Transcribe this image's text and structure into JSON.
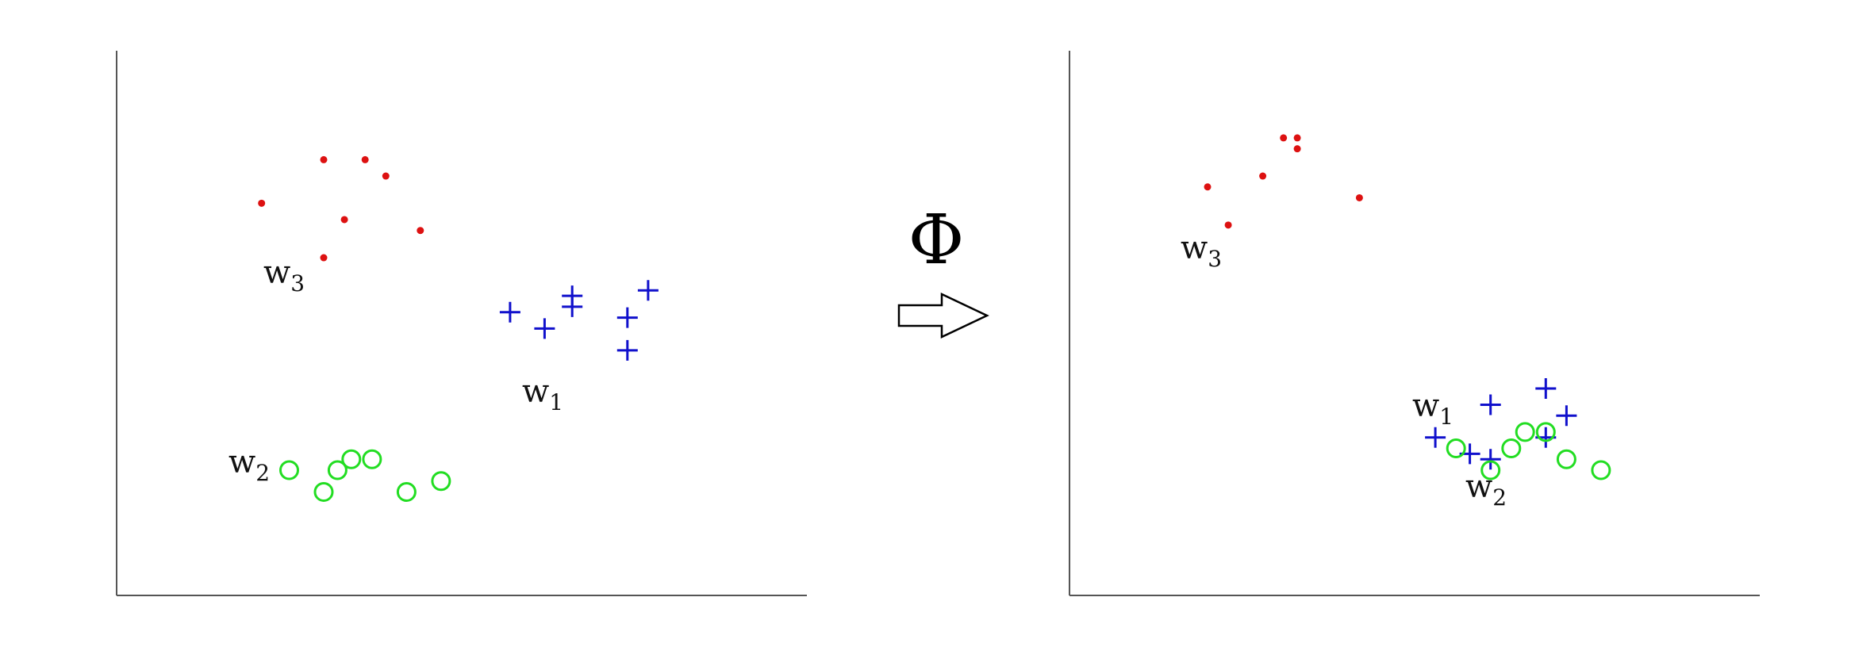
{
  "colors": {
    "class_w1": "#1010cc",
    "class_w2": "#22dd22",
    "class_w3": "#dd1111",
    "axis": "#555555",
    "text": "#111111"
  },
  "transform": {
    "symbol": "Φ",
    "arrow_icon": "right-arrow-icon"
  },
  "left_plot": {
    "labels": {
      "w1": "w",
      "w1_sub": "1",
      "w2": "w",
      "w2_sub": "2",
      "w3": "w",
      "w3_sub": "3"
    },
    "w3_dots": [
      [
        0.21,
        0.72
      ],
      [
        0.3,
        0.8
      ],
      [
        0.36,
        0.8
      ],
      [
        0.39,
        0.77
      ],
      [
        0.33,
        0.69
      ],
      [
        0.44,
        0.67
      ],
      [
        0.3,
        0.62
      ]
    ],
    "w1_plus": [
      [
        0.57,
        0.52
      ],
      [
        0.62,
        0.49
      ],
      [
        0.66,
        0.55
      ],
      [
        0.66,
        0.53
      ],
      [
        0.74,
        0.51
      ],
      [
        0.74,
        0.45
      ],
      [
        0.77,
        0.56
      ]
    ],
    "w2_circles": [
      [
        0.25,
        0.23
      ],
      [
        0.3,
        0.19
      ],
      [
        0.32,
        0.23
      ],
      [
        0.34,
        0.25
      ],
      [
        0.37,
        0.25
      ],
      [
        0.42,
        0.19
      ],
      [
        0.47,
        0.21
      ]
    ]
  },
  "right_plot": {
    "labels": {
      "w1": "w",
      "w1_sub": "1",
      "w2": "w",
      "w2_sub": "2",
      "w3": "w",
      "w3_sub": "3"
    },
    "w3_dots": [
      [
        0.2,
        0.75
      ],
      [
        0.23,
        0.68
      ],
      [
        0.28,
        0.77
      ],
      [
        0.31,
        0.84
      ],
      [
        0.33,
        0.84
      ],
      [
        0.33,
        0.82
      ],
      [
        0.42,
        0.73
      ]
    ],
    "w1_plus": [
      [
        0.53,
        0.29
      ],
      [
        0.58,
        0.26
      ],
      [
        0.61,
        0.25
      ],
      [
        0.61,
        0.35
      ],
      [
        0.69,
        0.38
      ],
      [
        0.69,
        0.29
      ],
      [
        0.72,
        0.33
      ]
    ],
    "w2_circles": [
      [
        0.56,
        0.27
      ],
      [
        0.61,
        0.23
      ],
      [
        0.64,
        0.27
      ],
      [
        0.66,
        0.3
      ],
      [
        0.69,
        0.3
      ],
      [
        0.72,
        0.25
      ],
      [
        0.77,
        0.23
      ]
    ]
  }
}
